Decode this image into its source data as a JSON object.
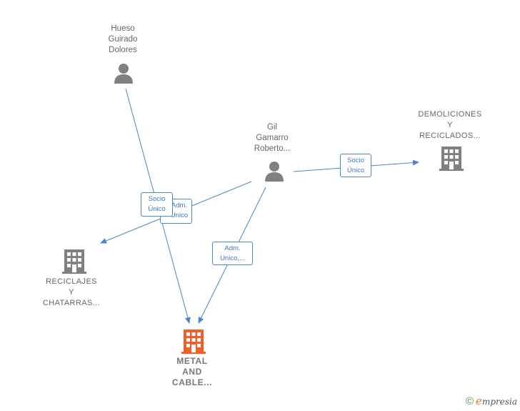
{
  "nodes": {
    "hueso": {
      "label": "Hueso\nGuirado\nDolores",
      "icon": "person-icon"
    },
    "gil": {
      "label": "Gil\nGamarro\nRoberto...",
      "icon": "person-icon"
    },
    "demoliciones": {
      "label": "DEMOLICIONES\nY\nRECICLADOS...",
      "icon": "building-icon"
    },
    "reciclajes": {
      "label": "RECICLAJES\nY\nCHATARRAS...",
      "icon": "building-icon"
    },
    "metal": {
      "label": "METAL\nAND\nCABLE...",
      "icon": "building-icon"
    }
  },
  "edges": {
    "gil_demoliciones": "Socio\nÚnico",
    "gil_metal": "Adm.\nUnico,...",
    "hueso_reciclajes_back": "Adm.\nUnico",
    "hueso_reciclajes_front": "Socio\nÚnico"
  },
  "footer": {
    "copyright": "©",
    "brand_initial": "e",
    "brand_rest": "mpresia"
  },
  "colors": {
    "edge": "#4a86c8",
    "person": "#808080",
    "building": "#808080",
    "main_building": "#f0602a"
  }
}
